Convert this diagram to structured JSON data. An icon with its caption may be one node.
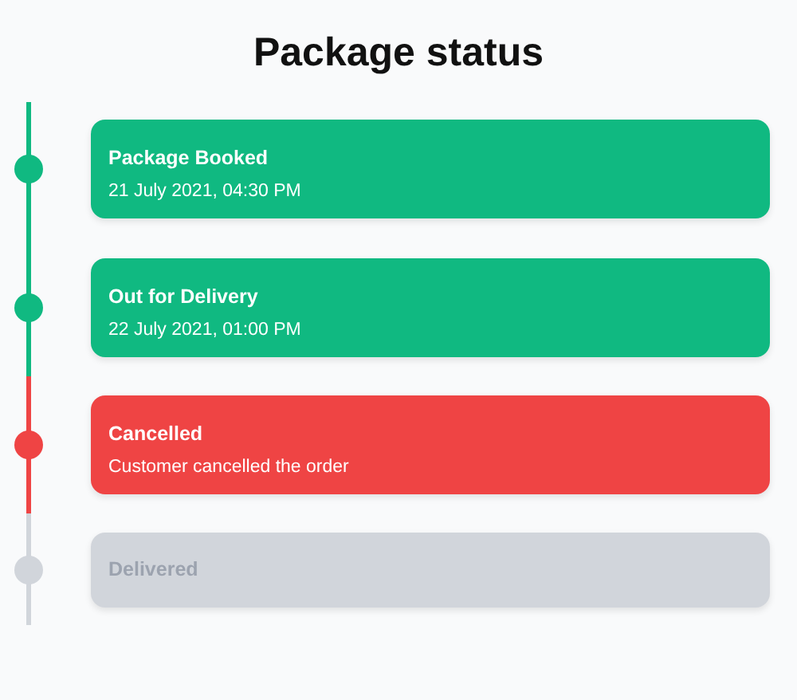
{
  "diagram": {
    "title": "Package status",
    "nodes": [
      {
        "text": [
          "Package Booked",
          "21 July 2021, 04:30 PM"
        ]
      },
      {
        "text": [
          "Out for Delivery",
          "22 July 2021, 01:00 PM"
        ]
      },
      {
        "text": [
          "Cancelled",
          "Customer cancelled the order"
        ]
      },
      {
        "text": [
          "Delivered"
        ]
      }
    ]
  }
}
